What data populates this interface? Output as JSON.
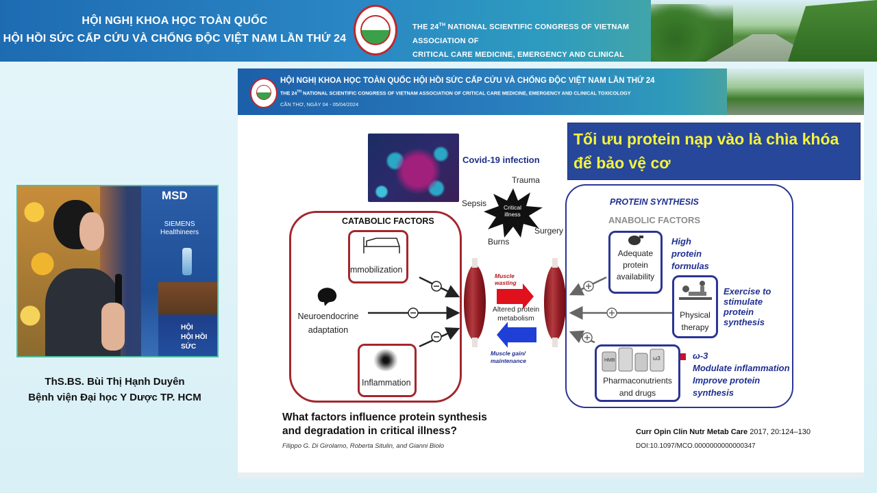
{
  "banner": {
    "title_vn_line1": "HỘI NGHỊ KHOA HỌC TOÀN QUỐC",
    "title_vn_line2": "HỘI HỒI SỨC CẤP CỨU VÀ CHỐNG ĐỘC VIỆT NAM LẦN THỨ 24",
    "title_en_prefix": "THE 24",
    "title_en_sup": "TH",
    "title_en_line1_rest": " NATIONAL SCIENTIFIC CONGRESS OF VIETNAM ASSOCIATION OF",
    "title_en_line2": "CRITICAL CARE MEDICINE, EMERGENCY AND CLINICAL TOXICOLOGY"
  },
  "speaker": {
    "name": "ThS.BS. Bùi Thị Hạnh Duyên",
    "affiliation": "Bệnh viện Đại học Y Dược TP. HCM",
    "video_text": {
      "msd": "MSD",
      "siemens_line1": "SIEMENS",
      "siemens_line2": "Healthineers",
      "podium_line1": "HỘI",
      "podium_line2": "HỘI HỒI SỨC"
    }
  },
  "slide": {
    "header": {
      "title_vn": "HỘI NGHỊ KHOA HỌC TOÀN QUỐC HỘI HỒI SỨC CẤP CỨU VÀ CHỐNG ĐỘC VIỆT NAM LẦN THỨ 24",
      "title_en_prefix": "THE 24",
      "title_en_sup": "TH",
      "title_en_rest": " NATIONAL SCIENTIFIC CONGRESS OF VIETNAM ASSOCIATION OF CRITICAL CARE MEDICINE, EMERGENCY AND CLINICAL TOXICOLOGY",
      "date": "CẦN THƠ, NGÀY 04 - 05/04/2024"
    },
    "title_line1": "Tối ưu protein nạp vào là chìa khóa",
    "title_line2": "để bảo vệ cơ",
    "diagram": {
      "covid": "Covid-19 infection",
      "trauma": "Trauma",
      "sepsis": "Sepsis",
      "surgery": "Surgery",
      "burns": "Burns",
      "critical_line1": "Critical",
      "critical_line2": "illness",
      "catabolic_title": "CATABOLIC FACTORS",
      "immobilization": "mmobilization",
      "neuro_line1": "Neuroendocrine",
      "neuro_line2": "adaptation",
      "inflammation": "Inflammation",
      "muscle_wasting_1": "Muscle",
      "muscle_wasting_2": "wasting",
      "altered_1": "Altered protein",
      "altered_2": "metabolism",
      "gain_1": "Muscle gain/",
      "gain_2": "maintenance",
      "protein_synthesis": "PROTEIN SYNTHESIS",
      "anabolic_title": "ANABOLIC FACTORS",
      "adequate_1": "Adequate",
      "adequate_2": "protein",
      "adequate_3": "availability",
      "high_1": "High",
      "high_2": "protein",
      "high_3": "formulas",
      "physical_1": "Physical",
      "physical_2": "therapy",
      "exercise_1": "Exercise to",
      "exercise_2": "stimulate",
      "exercise_3": "protein",
      "exercise_4": "synthesis",
      "pharma_1": "Pharmaconutrients",
      "pharma_2": "and drugs",
      "omega_1": "ω-3",
      "omega_2": "Modulate inflammation",
      "omega_3": "Improve protein",
      "omega_4": "synthesis",
      "hmb": "HMB",
      "w3": "ω3"
    },
    "citation_left": {
      "q1": "What factors influence protein synthesis",
      "q2": "and degradation in critical illness?",
      "authors": "Filippo G. Di Girolamo, Roberta Situlin, and Gianni Biolo"
    },
    "citation_right": {
      "journal": "Curr Opin Clin Nutr Metab Care",
      "ref": " 2017, 20:124–130",
      "doi": "DOI:10.1097/MCO.0000000000000347"
    }
  },
  "colors": {
    "catabolic_red": "#a3262d",
    "anabolic_blue": "#2a3494",
    "title_yellow": "#f5f33a",
    "title_bg": "#27479a"
  }
}
